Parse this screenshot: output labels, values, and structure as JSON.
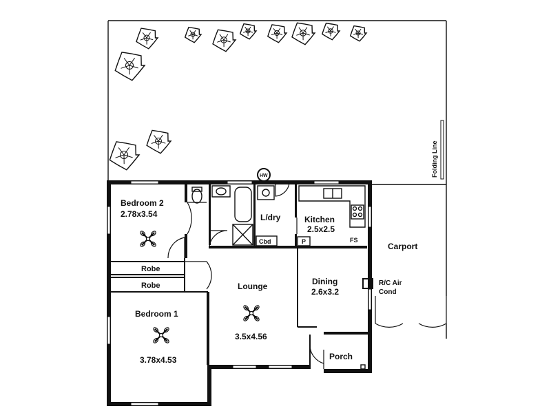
{
  "plan": {
    "rooms": {
      "bedroom2": {
        "name": "Bedroom  2",
        "size": "2.78x3.54"
      },
      "bedroom1": {
        "name": "Bedroom  1",
        "size": "3.78x4.53"
      },
      "lounge": {
        "name": "Lounge",
        "size": "3.5x4.56"
      },
      "dining": {
        "name": "Dining",
        "size": "2.6x3.2"
      },
      "kitchen": {
        "name": "Kitchen",
        "size": "2.5x2.5"
      },
      "laundry": {
        "name": "L/dry"
      },
      "porch": {
        "name": "Porch"
      },
      "carport": {
        "name": "Carport"
      }
    },
    "fixtures": {
      "robe_upper": "Robe",
      "robe_lower": "Robe",
      "cupboard": "Cbd",
      "pantry": "P",
      "fs": "FS",
      "hw": "HW",
      "aircon_line1": "R/C Air",
      "aircon_line2": "Cond"
    },
    "fence_label": "Folding Line"
  }
}
